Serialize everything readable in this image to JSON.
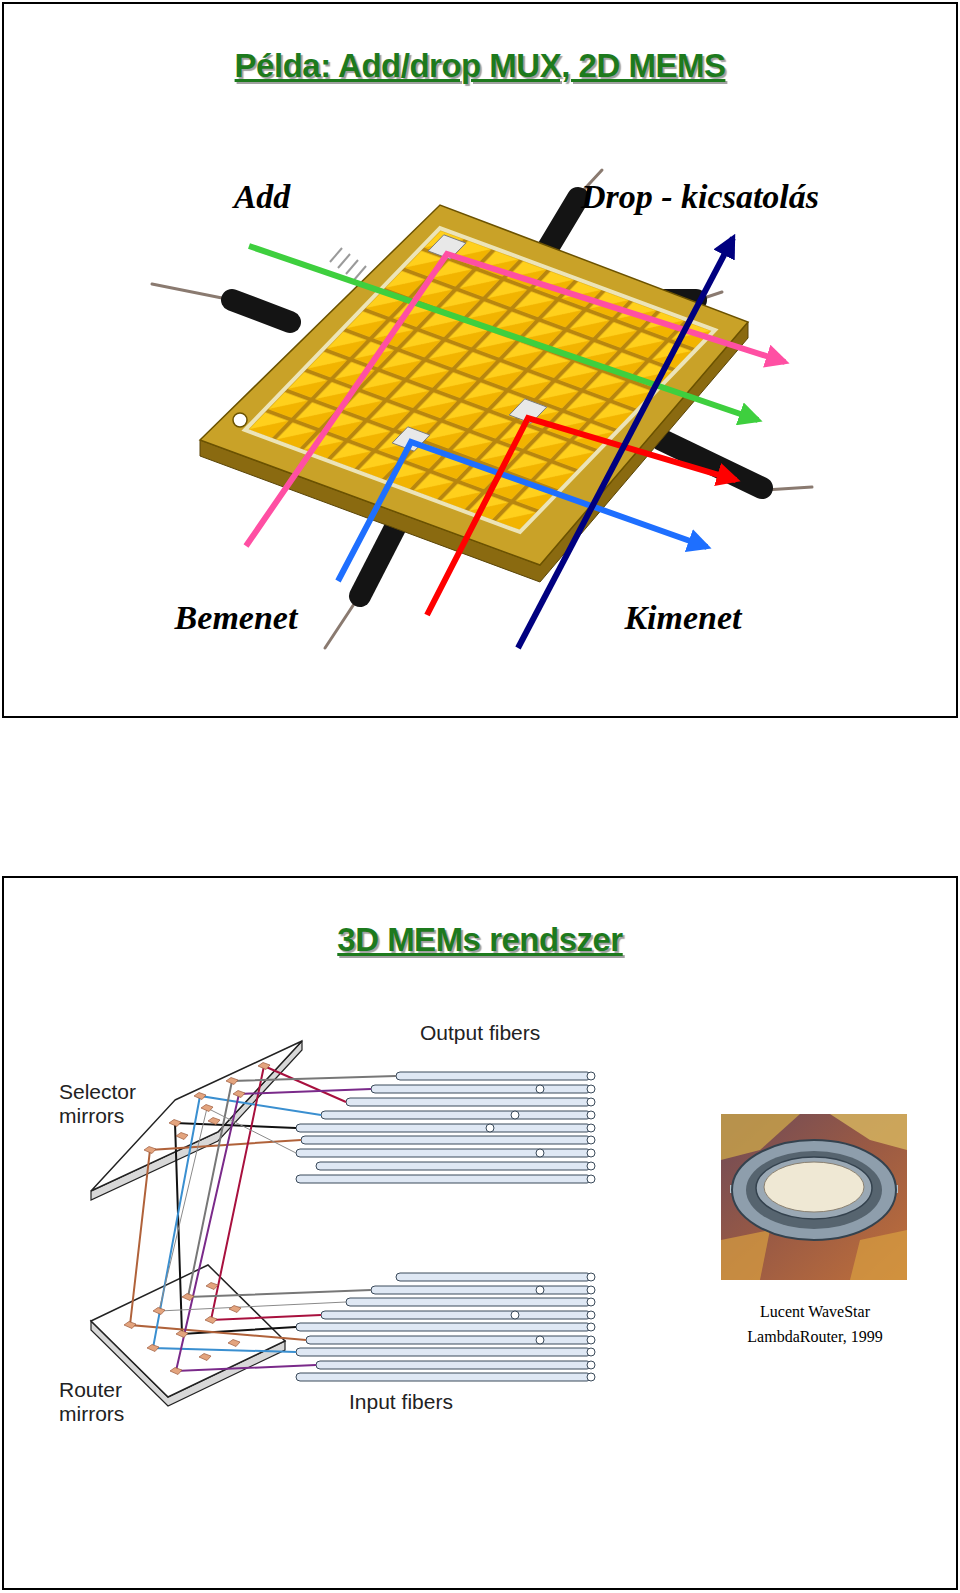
{
  "diagram": {
    "nodes": [
      {
        "text": [
          "Példa: Add/drop MUX, 2D MEMS"
        ]
      },
      {
        "text": [
          "3D MEMs rendszer"
        ]
      }
    ],
    "labels": [
      "Add",
      "Drop - kicsatolás",
      "Bemenet",
      "Kimenet",
      "Selector mirrors",
      "Output fibers",
      "Router mirrors",
      "Input fibers",
      "Lucent WaveStar LambdaRouter, 1999"
    ]
  }
}
